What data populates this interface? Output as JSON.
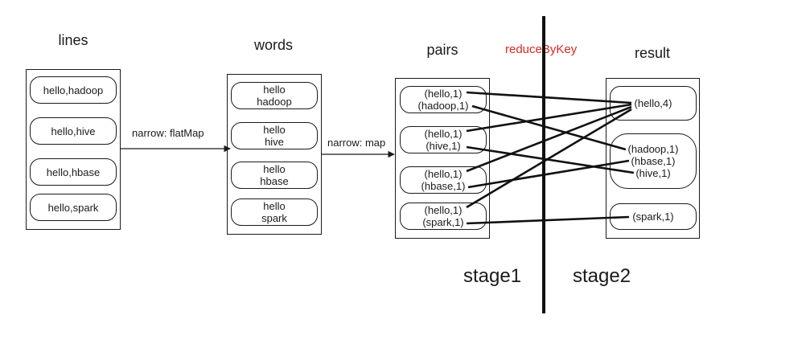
{
  "lines": {
    "title": "lines",
    "items": [
      "hello,hadoop",
      "hello,hive",
      "hello,hbase",
      "hello,spark"
    ]
  },
  "words": {
    "title": "words",
    "items": [
      {
        "l1": "hello",
        "l2": "hadoop"
      },
      {
        "l1": "hello",
        "l2": "hive"
      },
      {
        "l1": "hello",
        "l2": "hbase"
      },
      {
        "l1": "hello",
        "l2": "spark"
      }
    ]
  },
  "pairs": {
    "title": "pairs",
    "items": [
      {
        "l1": "(hello,1)",
        "l2": "(hadoop,1)"
      },
      {
        "l1": "(hello,1)",
        "l2": "(hive,1)"
      },
      {
        "l1": "(hello,1)",
        "l2": "(hbase,1)"
      },
      {
        "l1": "(hello,1)",
        "l2": "(spark,1)"
      }
    ]
  },
  "result": {
    "title": "result",
    "item1": "(hello,4)",
    "item2": {
      "l1": "(hadoop,1)",
      "l2": "(hbase,1)",
      "l3": "(hive,1)"
    },
    "item3": "(spark,1)"
  },
  "arrows": {
    "flatmap": "narrow: flatMap",
    "map": "narrow: map"
  },
  "shuffle_label": "reduceByKey",
  "stages": [
    "stage1",
    "stage2"
  ],
  "colors": {
    "accent": "#d9281f",
    "stroke": "#1a1a1a"
  }
}
